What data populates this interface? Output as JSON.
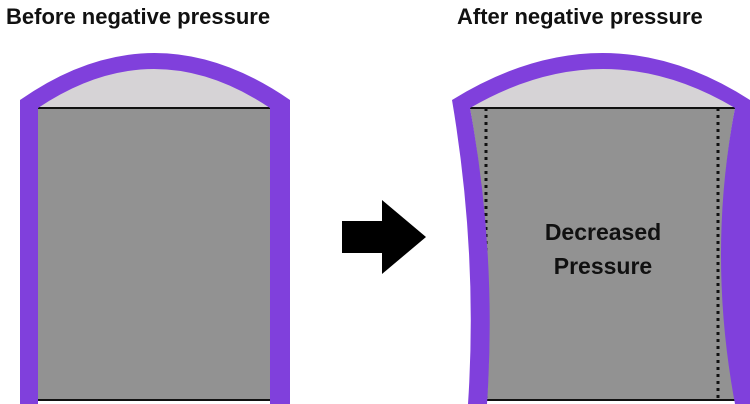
{
  "titles": {
    "before": "Before negative pressure",
    "after": "After negative pressure"
  },
  "inner_label": {
    "line1": "Decreased",
    "line2": "Pressure"
  },
  "colors": {
    "wall": "#8040dc",
    "cap_fill": "#d6d3d6",
    "contents_fill": "#929292",
    "outline": "#111111",
    "arrow": "#000000"
  },
  "icons": {
    "transition": "right-arrow-icon"
  }
}
